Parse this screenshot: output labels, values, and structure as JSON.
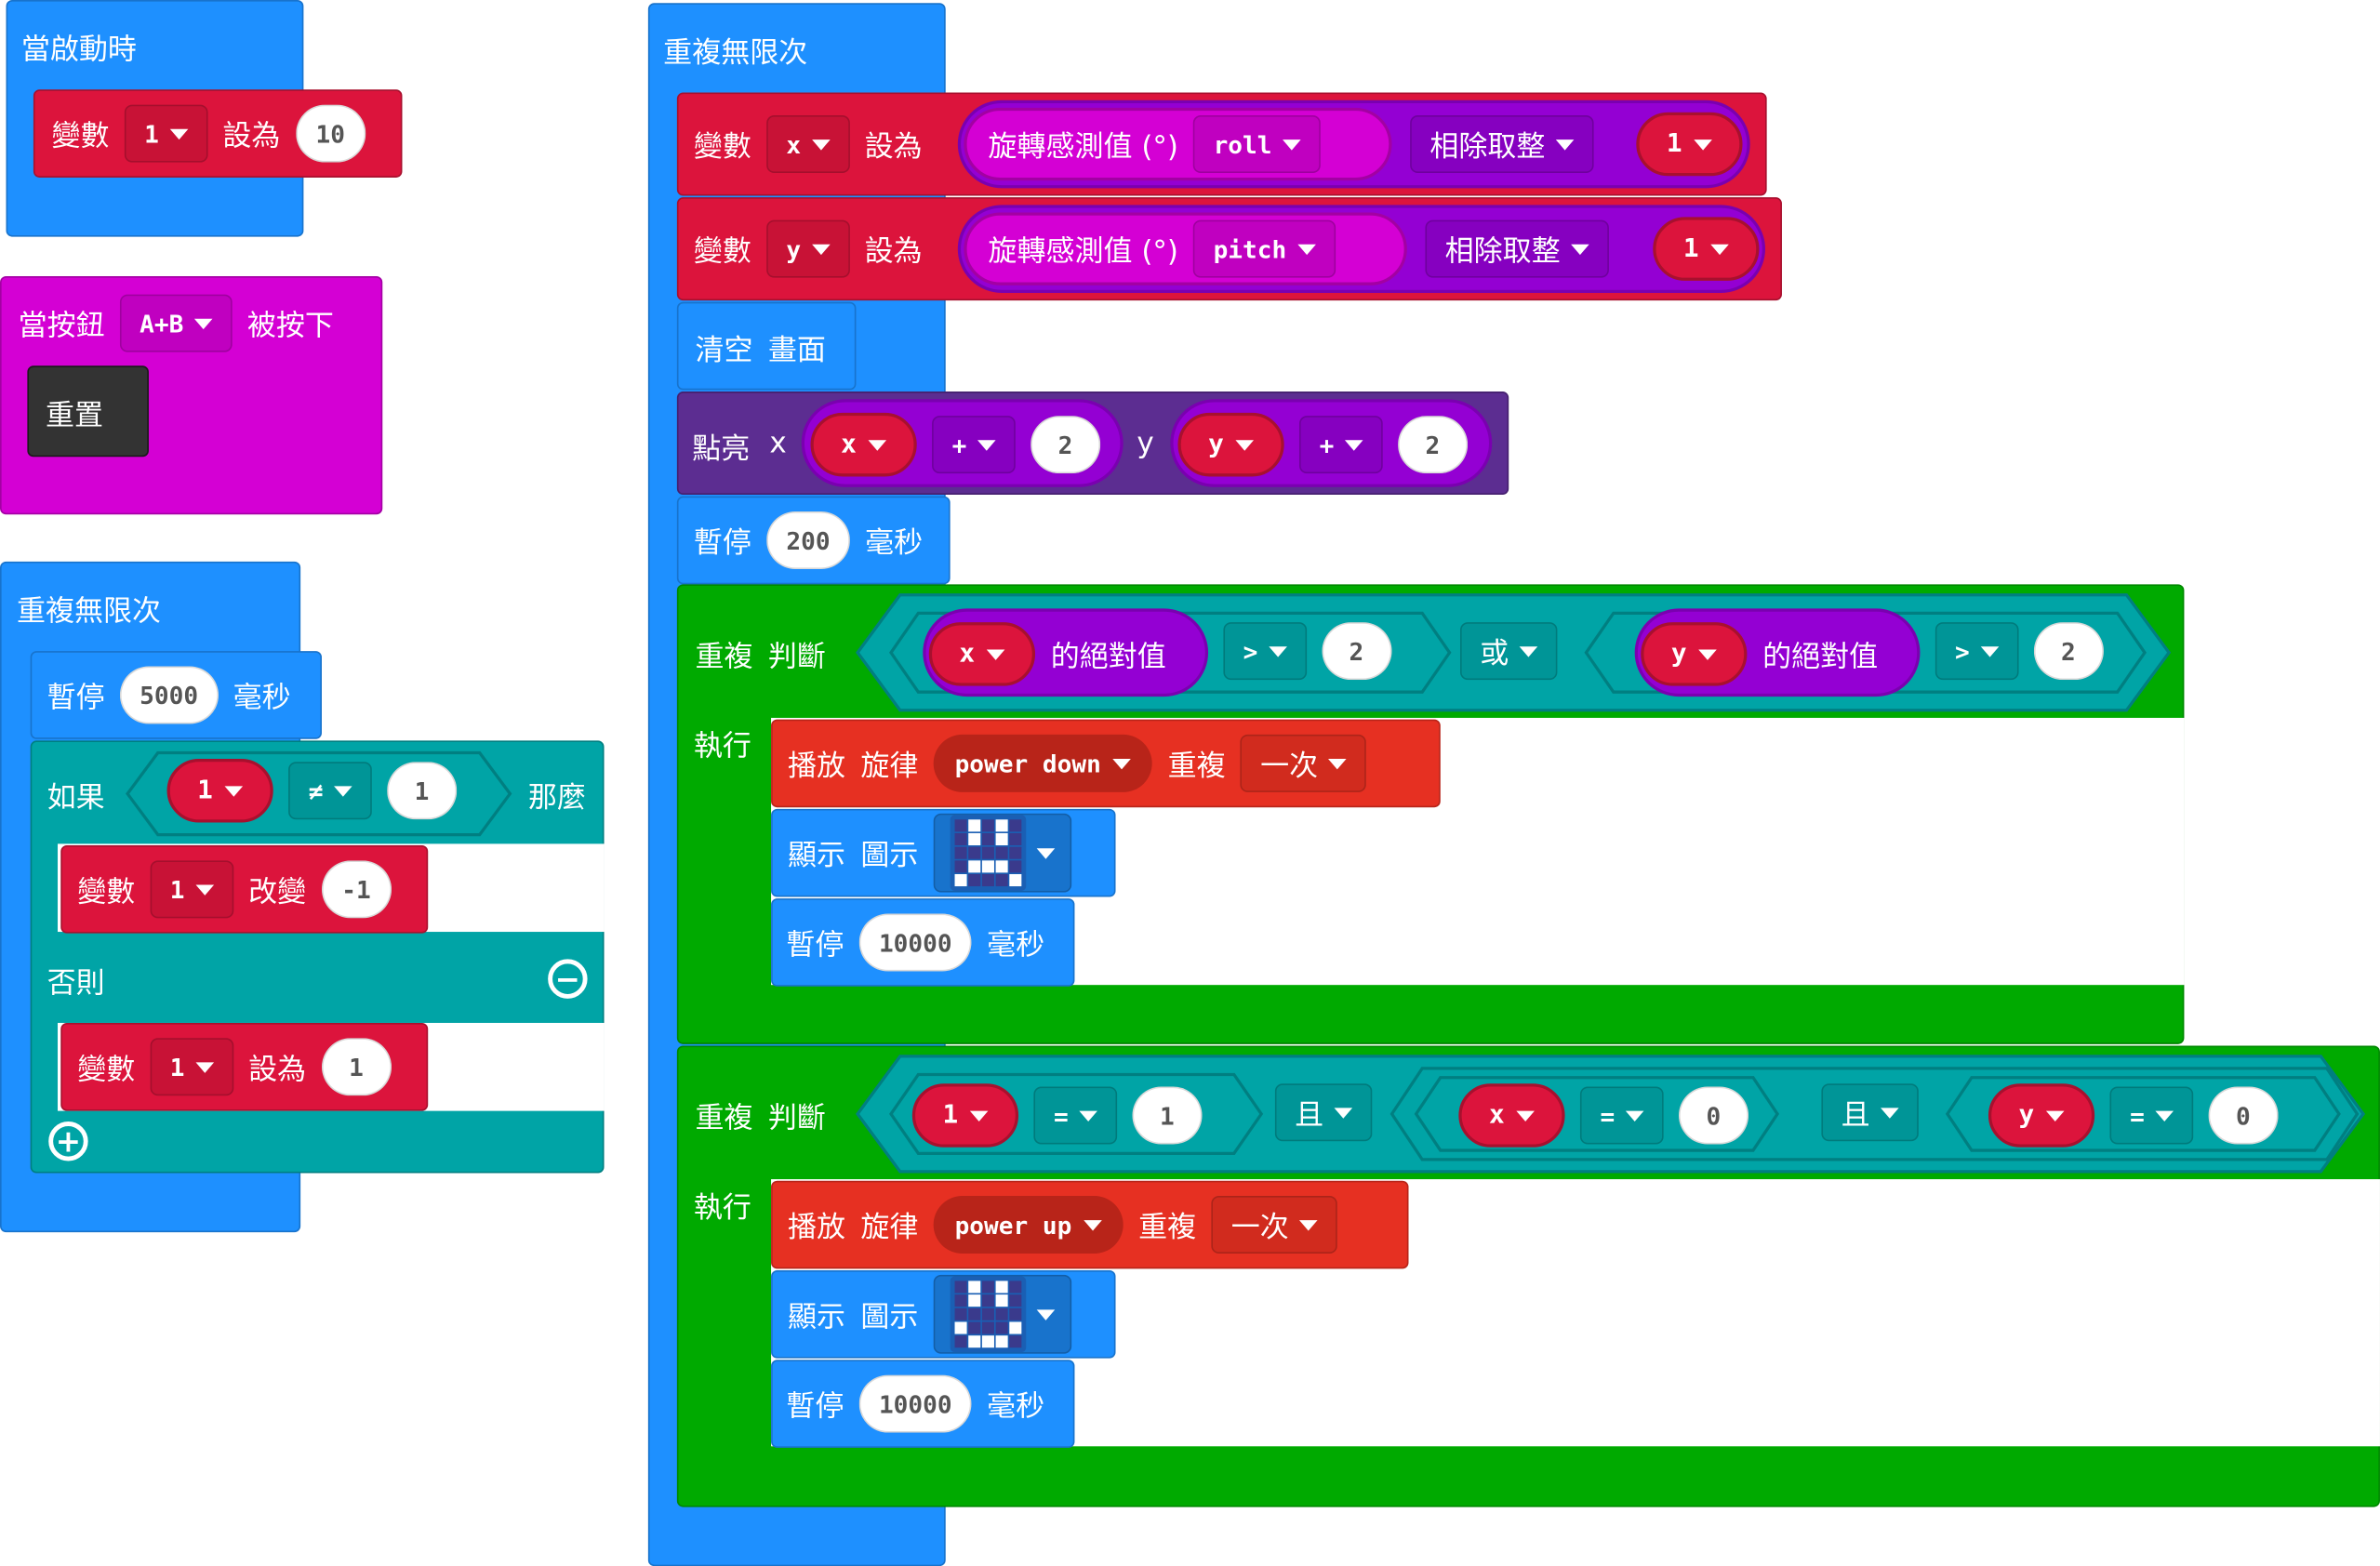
{
  "colors": {
    "loops": "#1e90ff",
    "variables": "#dc143c",
    "input": "#d400d4",
    "logic": "#00a4a6",
    "control": "#00aa00",
    "music": "#e63022",
    "led": "#5c2d91",
    "basic": "#1e90ff",
    "math": "#9400d3",
    "advanced": "#333333"
  },
  "on_start": {
    "title": "當啟動時",
    "set_label": "變數",
    "var": "1",
    "to_label": "設為",
    "value": "10"
  },
  "on_button": {
    "title": "當按鈕",
    "button": "A+B",
    "suffix": "被按下",
    "reset_label": "重置"
  },
  "forever_left": {
    "title": "重複無限次",
    "pause": {
      "label": "暫停",
      "value": "5000",
      "unit": "毫秒"
    },
    "if": {
      "if_label": "如果",
      "left": "1",
      "op": "≠",
      "right": "1",
      "then_label": "那麼",
      "change": {
        "label": "變數",
        "var": "1",
        "action": "改變",
        "value": "-1"
      },
      "else_label": "否則",
      "set": {
        "label": "變數",
        "var": "1",
        "action": "設為",
        "value": "1"
      }
    }
  },
  "forever_main": {
    "title": "重複無限次",
    "set_x": {
      "label": "變數",
      "var": "x",
      "to": "設為",
      "sensor": "旋轉感測值 (°)",
      "axis": "roll",
      "math_op": "相除取整",
      "divisor": "1"
    },
    "set_y": {
      "label": "變數",
      "var": "y",
      "to": "設為",
      "sensor": "旋轉感測值 (°)",
      "axis": "pitch",
      "math_op": "相除取整",
      "divisor": "1"
    },
    "clear": {
      "label": "清空",
      "label2": "畫面"
    },
    "plot": {
      "label": "點亮",
      "x_label": "x",
      "x_var": "x",
      "x_op": "+",
      "x_add": "2",
      "y_label": "y",
      "y_var": "y",
      "y_op": "+",
      "y_add": "2"
    },
    "pause": {
      "label": "暫停",
      "value": "200",
      "unit": "毫秒"
    },
    "while1": {
      "label": "重複",
      "label2": "判斷",
      "do_label": "執行",
      "cond": {
        "left_var": "x",
        "abs_label": "的絕對值",
        "op1": ">",
        "val1": "2",
        "logic": "或",
        "right_var": "y",
        "abs_label2": "的絕對值",
        "op2": ">",
        "val2": "2"
      },
      "play": {
        "label": "播放",
        "label2": "旋律",
        "melody": "power down",
        "repeat_label": "重複",
        "repeat": "一次"
      },
      "show": {
        "label": "顯示",
        "label2": "圖示"
      },
      "pause": {
        "label": "暫停",
        "value": "10000",
        "unit": "毫秒"
      }
    },
    "while2": {
      "label": "重複",
      "label2": "判斷",
      "do_label": "執行",
      "cond": {
        "a": "1",
        "op_a": "=",
        "va": "1",
        "logic1": "且",
        "b": "x",
        "op_b": "=",
        "vb": "0",
        "logic2": "且",
        "c": "y",
        "op_c": "=",
        "vc": "0"
      },
      "play": {
        "label": "播放",
        "label2": "旋律",
        "melody": "power up",
        "repeat_label": "重複",
        "repeat": "一次"
      },
      "show": {
        "label": "顯示",
        "label2": "圖示"
      },
      "pause": {
        "label": "暫停",
        "value": "10000",
        "unit": "毫秒"
      }
    }
  }
}
